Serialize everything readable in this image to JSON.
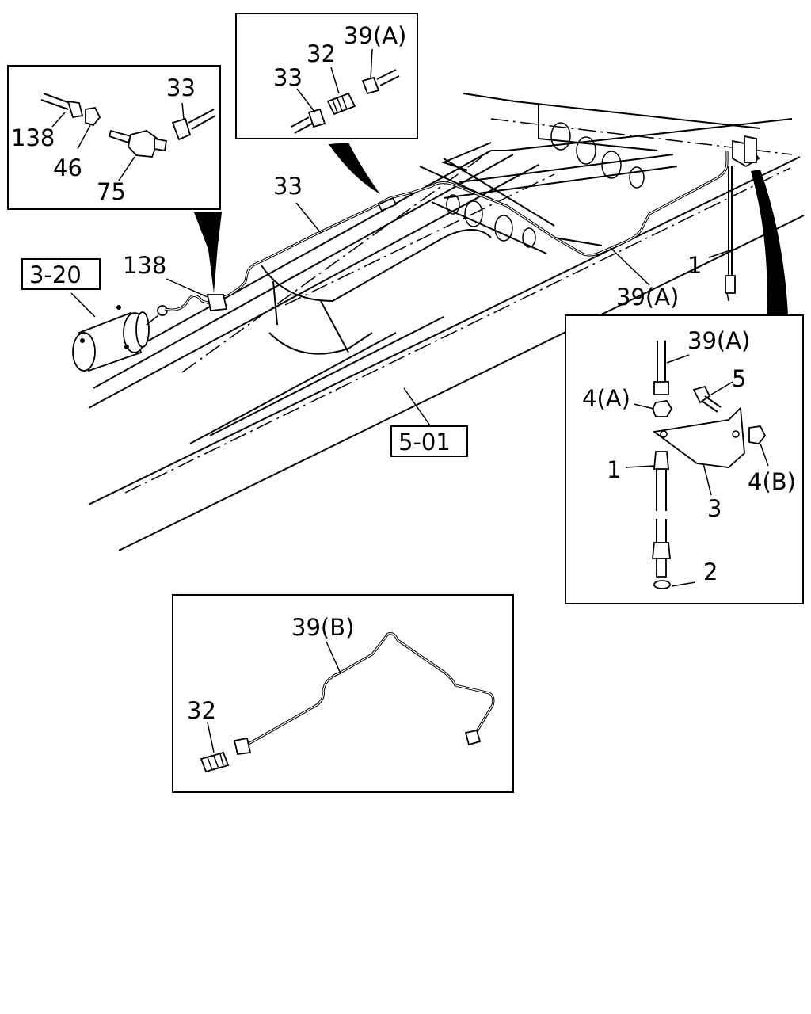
{
  "labels": {
    "left_inset": {
      "p138": "138",
      "p46": "46",
      "p75": "75",
      "p33": "33"
    },
    "top_inset": {
      "p33": "33",
      "p32": "32",
      "p39a": "39(A)"
    },
    "main": {
      "p33": "33",
      "p138": "138",
      "p39a": "39(A)",
      "p1": "1"
    },
    "refs": {
      "ref_3_20": "3-20",
      "ref_5_01": "5-01"
    },
    "right_inset": {
      "p39a": "39(A)",
      "p5": "5",
      "p4a": "4(A)",
      "p1": "1",
      "p4b": "4(B)",
      "p3": "3",
      "p2": "2"
    },
    "bottom_inset": {
      "p39b": "39(B)",
      "p32": "32"
    }
  }
}
